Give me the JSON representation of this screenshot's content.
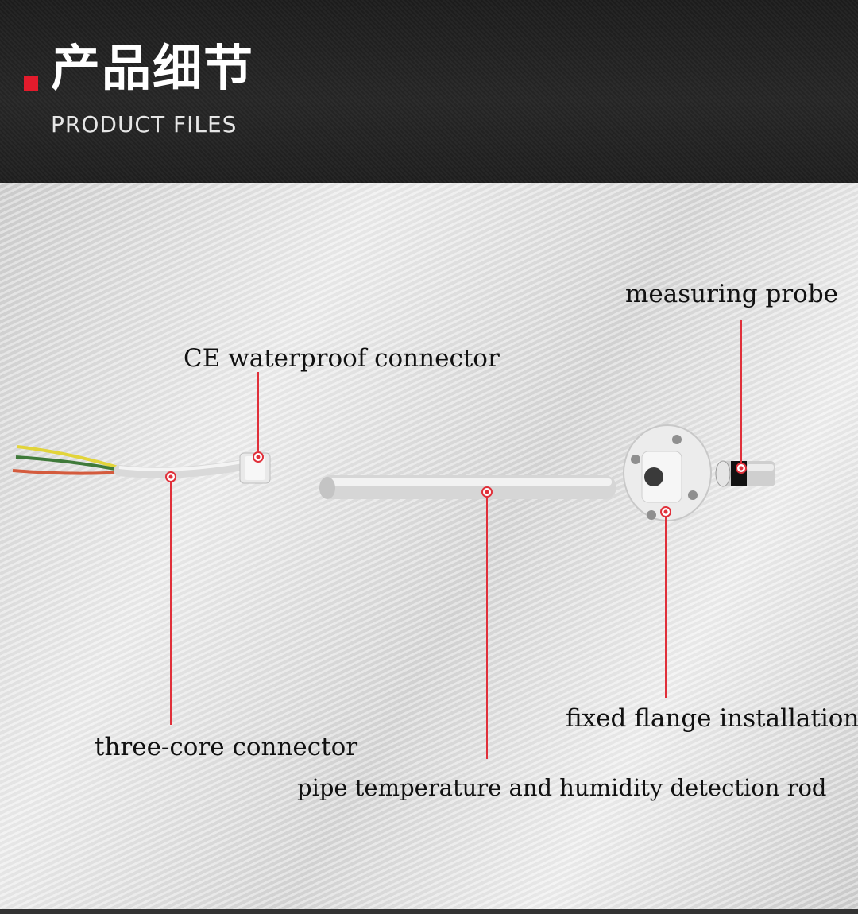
{
  "header": {
    "title_cn": "产品细节",
    "title_en": "PRODUCT FILES",
    "accent_color": "#e31b2c"
  },
  "labels": {
    "ce_connector": "CE waterproof connector",
    "measuring_probe": "measuring probe",
    "three_core": "three-core connector",
    "flange": "fixed flange installation",
    "rod": "pipe temperature and humidity detection rod"
  },
  "leader_color": "#e0303a"
}
